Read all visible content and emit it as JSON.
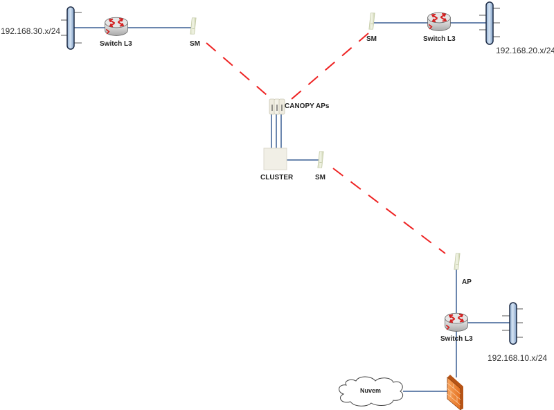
{
  "diagram": {
    "colors": {
      "wired_link": "#3a5f94",
      "wireless_link": "#ee2222",
      "bus_fill": "#b7cde6",
      "router_accent": "#d42020",
      "firewall": "#f08a3c"
    },
    "networks": [
      {
        "id": "net30",
        "label": "192.168.30.x/24"
      },
      {
        "id": "net20",
        "label": "192.168.20.x/24"
      },
      {
        "id": "net10",
        "label": "192.168.10.x/24"
      }
    ],
    "nodes": {
      "switch_top_left": {
        "label": "Switch L3",
        "icon": "router-icon"
      },
      "sm_top_left": {
        "label": "SM",
        "icon": "radio-icon"
      },
      "sm_top_right": {
        "label": "SM",
        "icon": "radio-icon"
      },
      "switch_top_right": {
        "label": "Switch L3",
        "icon": "router-icon"
      },
      "canopy_aps": {
        "label": "CANOPY APs",
        "icon": "access-point-array-icon"
      },
      "cluster": {
        "label": "CLUSTER",
        "icon": "cluster-box-icon"
      },
      "sm_center": {
        "label": "SM",
        "icon": "radio-icon"
      },
      "ap_bottom": {
        "label": "AP",
        "icon": "radio-icon"
      },
      "switch_bottom": {
        "label": "Switch L3",
        "icon": "router-icon"
      },
      "cloud": {
        "label": "Nuvem",
        "icon": "cloud-icon"
      },
      "firewall": {
        "label": "",
        "icon": "firewall-icon"
      }
    },
    "links": [
      {
        "from": "net30",
        "to": "switch_top_left",
        "type": "wired"
      },
      {
        "from": "switch_top_left",
        "to": "sm_top_left",
        "type": "wired"
      },
      {
        "from": "sm_top_left",
        "to": "canopy_aps",
        "type": "wireless"
      },
      {
        "from": "sm_top_right",
        "to": "canopy_aps",
        "type": "wireless"
      },
      {
        "from": "sm_top_right",
        "to": "switch_top_right",
        "type": "wired"
      },
      {
        "from": "switch_top_right",
        "to": "net20",
        "type": "wired"
      },
      {
        "from": "canopy_aps",
        "to": "cluster",
        "type": "wired"
      },
      {
        "from": "cluster",
        "to": "sm_center",
        "type": "wired"
      },
      {
        "from": "sm_center",
        "to": "ap_bottom",
        "type": "wireless"
      },
      {
        "from": "ap_bottom",
        "to": "switch_bottom",
        "type": "wired"
      },
      {
        "from": "switch_bottom",
        "to": "net10",
        "type": "wired"
      },
      {
        "from": "switch_bottom",
        "to": "firewall",
        "type": "wired"
      },
      {
        "from": "firewall",
        "to": "cloud",
        "type": "wired"
      }
    ]
  }
}
